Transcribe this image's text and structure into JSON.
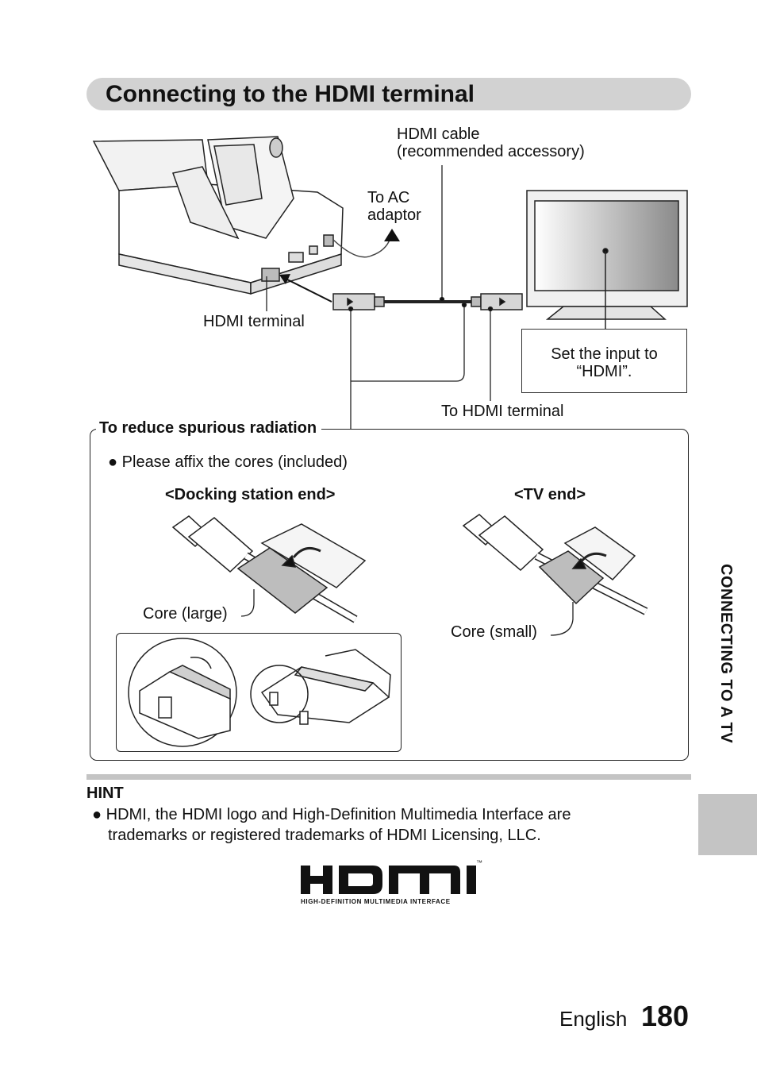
{
  "title": "Connecting to the HDMI terminal",
  "diagram": {
    "hdmi_cable_line1": "HDMI cable",
    "hdmi_cable_line2": "(recommended accessory)",
    "to_ac_line1": "To AC",
    "to_ac_line2": "adaptor",
    "hdmi_terminal": "HDMI terminal",
    "set_input_line1": "Set the input to",
    "set_input_line2": "“HDMI”.",
    "to_hdmi_terminal": "To HDMI terminal"
  },
  "radiation": {
    "title": "To reduce spurious radiation",
    "bullet": "Please affix the cores (included)",
    "docking_end": "<Docking station end>",
    "tv_end": "<TV end>",
    "core_large": "Core (large)",
    "core_small": "Core (small)"
  },
  "hint": {
    "title": "HINT",
    "line1": "HDMI, the HDMI logo and High-Definition Multimedia Interface are",
    "line2": "trademarks or registered trademarks of HDMI Licensing, LLC."
  },
  "logo": {
    "mark": "HDMI",
    "tm": "™",
    "subtitle": "HIGH-DEFINITION MULTIMEDIA INTERFACE"
  },
  "side_tab": "CONNECTING TO A TV",
  "footer": {
    "language": "English",
    "page_number": "180"
  }
}
